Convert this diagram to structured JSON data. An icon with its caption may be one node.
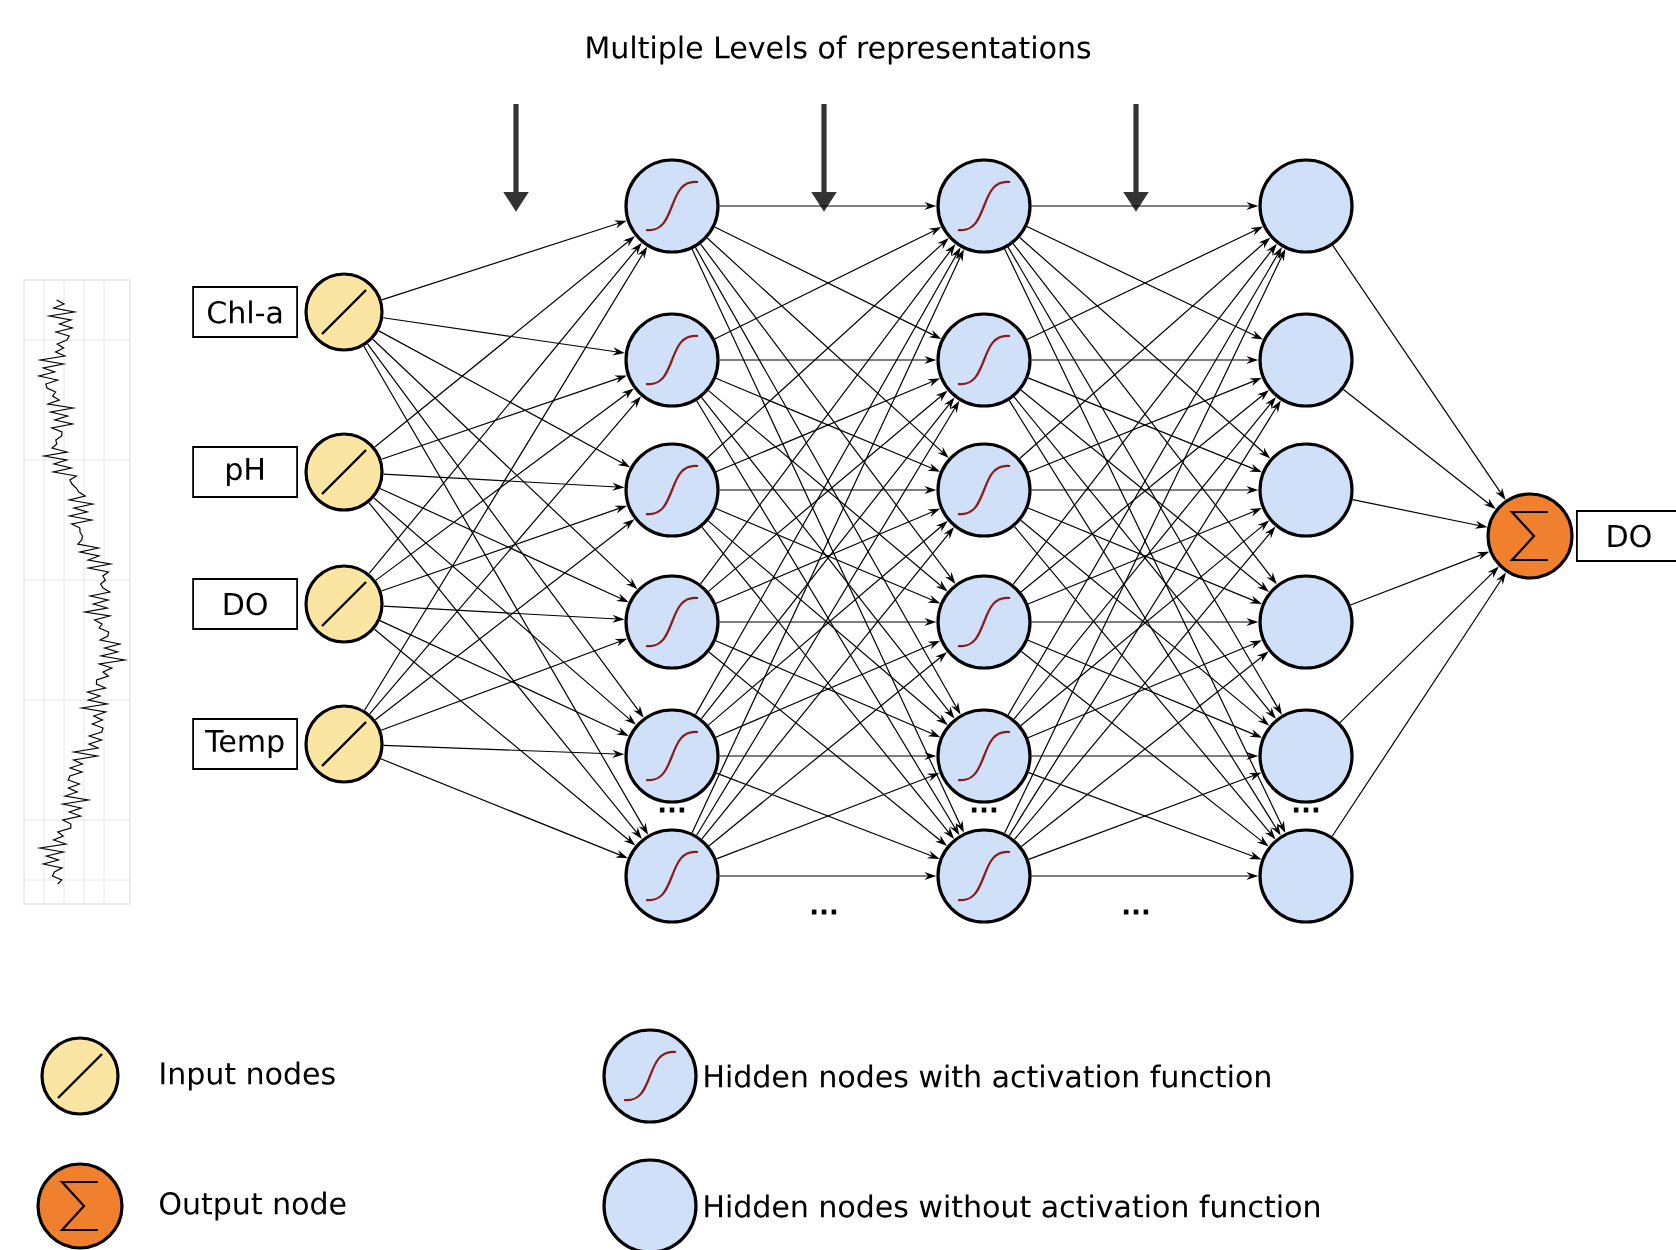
{
  "diagram": {
    "title": "Multiple Levels of representations",
    "nodes": [
      {
        "text": [
          "Chl-a"
        ]
      },
      {
        "text": [
          "pH"
        ]
      },
      {
        "text": [
          "DO"
        ]
      },
      {
        "text": [
          "Temp"
        ]
      },
      {
        "text": [],
        "shape": "circle"
      },
      {
        "text": [],
        "shape": "circle"
      },
      {
        "text": [],
        "shape": "circle"
      },
      {
        "text": [],
        "shape": "circle"
      },
      {
        "text": [],
        "shape": "circle"
      },
      {
        "text": [],
        "shape": "circle"
      },
      {
        "text": [],
        "shape": "circle"
      },
      {
        "text": [],
        "shape": "circle"
      },
      {
        "text": [],
        "shape": "circle"
      },
      {
        "text": [],
        "shape": "circle"
      },
      {
        "text": [],
        "shape": "circle"
      },
      {
        "text": [],
        "shape": "circle"
      },
      {
        "text": [],
        "shape": "circle"
      },
      {
        "text": [],
        "shape": "circle"
      },
      {
        "text": [],
        "shape": "circle"
      },
      {
        "text": [],
        "shape": "circle"
      },
      {
        "text": [],
        "shape": "circle"
      },
      {
        "text": [],
        "shape": "circle"
      },
      {
        "text": [],
        "shape": "circle"
      },
      {
        "text": [],
        "shape": "circle"
      },
      {
        "text": [],
        "shape": "circle"
      },
      {
        "text": [],
        "shape": "circle"
      },
      {
        "text": [],
        "shape": "circle"
      },
      {
        "text": [
          "DO"
        ]
      }
    ],
    "edges": [
      {
        "from": 4,
        "to": 8,
        "arrow": "to"
      },
      {
        "from": 4,
        "to": 9,
        "arrow": "to"
      },
      {
        "from": 4,
        "to": 10,
        "arrow": "to"
      },
      {
        "from": 4,
        "to": 11,
        "arrow": "to"
      },
      {
        "from": 4,
        "to": 12,
        "arrow": "to"
      },
      {
        "from": 4,
        "to": 13,
        "arrow": "to"
      },
      {
        "from": 5,
        "to": 8,
        "arrow": "to"
      },
      {
        "from": 5,
        "to": 9,
        "arrow": "to"
      },
      {
        "from": 5,
        "to": 10,
        "arrow": "to"
      },
      {
        "from": 5,
        "to": 11,
        "arrow": "to"
      },
      {
        "from": 5,
        "to": 12,
        "arrow": "to"
      },
      {
        "from": 5,
        "to": 13,
        "arrow": "to"
      },
      {
        "from": 6,
        "to": 8,
        "arrow": "to"
      },
      {
        "from": 6,
        "to": 9,
        "arrow": "to"
      },
      {
        "from": 6,
        "to": 10,
        "arrow": "to"
      },
      {
        "from": 6,
        "to": 11,
        "arrow": "to"
      },
      {
        "from": 6,
        "to": 12,
        "arrow": "to"
      },
      {
        "from": 6,
        "to": 13,
        "arrow": "to"
      },
      {
        "from": 7,
        "to": 8,
        "arrow": "to"
      },
      {
        "from": 7,
        "to": 9,
        "arrow": "to"
      },
      {
        "from": 7,
        "to": 10,
        "arrow": "to"
      },
      {
        "from": 7,
        "to": 11,
        "arrow": "to"
      },
      {
        "from": 7,
        "to": 12,
        "arrow": "to"
      },
      {
        "from": 7,
        "to": 13,
        "arrow": "to"
      },
      {
        "from": 8,
        "to": 14,
        "arrow": "to"
      },
      {
        "from": 8,
        "to": 15,
        "arrow": "to"
      },
      {
        "from": 8,
        "to": 16,
        "arrow": "to"
      },
      {
        "from": 8,
        "to": 17,
        "arrow": "to"
      },
      {
        "from": 8,
        "to": 18,
        "arrow": "to"
      },
      {
        "from": 8,
        "to": 19,
        "arrow": "to"
      },
      {
        "from": 9,
        "to": 14,
        "arrow": "to"
      },
      {
        "from": 9,
        "to": 15,
        "arrow": "to"
      },
      {
        "from": 9,
        "to": 16,
        "arrow": "to"
      },
      {
        "from": 9,
        "to": 17,
        "arrow": "to"
      },
      {
        "from": 9,
        "to": 18,
        "arrow": "to"
      },
      {
        "from": 9,
        "to": 19,
        "arrow": "to"
      },
      {
        "from": 10,
        "to": 14,
        "arrow": "to"
      },
      {
        "from": 10,
        "to": 15,
        "arrow": "to"
      },
      {
        "from": 10,
        "to": 16,
        "arrow": "to"
      },
      {
        "from": 10,
        "to": 17,
        "arrow": "to"
      },
      {
        "from": 10,
        "to": 18,
        "arrow": "to"
      },
      {
        "from": 10,
        "to": 19,
        "arrow": "to"
      },
      {
        "from": 11,
        "to": 14,
        "arrow": "to"
      },
      {
        "from": 11,
        "to": 15,
        "arrow": "to"
      },
      {
        "from": 11,
        "to": 16,
        "arrow": "to"
      },
      {
        "from": 11,
        "to": 17,
        "arrow": "to"
      },
      {
        "from": 11,
        "to": 18,
        "arrow": "to"
      },
      {
        "from": 11,
        "to": 19,
        "arrow": "to"
      },
      {
        "from": 12,
        "to": 14,
        "arrow": "to"
      },
      {
        "from": 12,
        "to": 15,
        "arrow": "to"
      },
      {
        "from": 12,
        "to": 16,
        "arrow": "to"
      },
      {
        "from": 12,
        "to": 17,
        "arrow": "to"
      },
      {
        "from": 12,
        "to": 18,
        "arrow": "to"
      },
      {
        "from": 12,
        "to": 19,
        "arrow": "to"
      },
      {
        "from": 13,
        "to": 14,
        "arrow": "to"
      },
      {
        "from": 13,
        "to": 15,
        "arrow": "to"
      },
      {
        "from": 13,
        "to": 16,
        "arrow": "to"
      },
      {
        "from": 13,
        "to": 17,
        "arrow": "to"
      },
      {
        "from": 13,
        "to": 18,
        "arrow": "to"
      },
      {
        "from": 13,
        "to": 19,
        "arrow": "to"
      },
      {
        "from": 14,
        "to": 20,
        "arrow": "to"
      },
      {
        "from": 14,
        "to": 21,
        "arrow": "to"
      },
      {
        "from": 14,
        "to": 22,
        "arrow": "to"
      },
      {
        "from": 14,
        "to": 23,
        "arrow": "to"
      },
      {
        "from": 14,
        "to": 24,
        "arrow": "to"
      },
      {
        "from": 14,
        "to": 25,
        "arrow": "to"
      },
      {
        "from": 15,
        "to": 20,
        "arrow": "to"
      },
      {
        "from": 15,
        "to": 21,
        "arrow": "to"
      },
      {
        "from": 15,
        "to": 22,
        "arrow": "to"
      },
      {
        "from": 15,
        "to": 23,
        "arrow": "to"
      },
      {
        "from": 15,
        "to": 24,
        "arrow": "to"
      },
      {
        "from": 15,
        "to": 25,
        "arrow": "to"
      },
      {
        "from": 16,
        "to": 20,
        "arrow": "to"
      },
      {
        "from": 16,
        "to": 21,
        "arrow": "to"
      },
      {
        "from": 16,
        "to": 22,
        "arrow": "to"
      },
      {
        "from": 16,
        "to": 23,
        "arrow": "to"
      },
      {
        "from": 16,
        "to": 24,
        "arrow": "to"
      },
      {
        "from": 16,
        "to": 25,
        "arrow": "to"
      },
      {
        "from": 17,
        "to": 20,
        "arrow": "to"
      },
      {
        "from": 17,
        "to": 21,
        "arrow": "to"
      },
      {
        "from": 17,
        "to": 22,
        "arrow": "to"
      },
      {
        "from": 17,
        "to": 23,
        "arrow": "to"
      },
      {
        "from": 17,
        "to": 24,
        "arrow": "to"
      },
      {
        "from": 17,
        "to": 25,
        "arrow": "to"
      },
      {
        "from": 18,
        "to": 20,
        "arrow": "to"
      },
      {
        "from": 18,
        "to": 21,
        "arrow": "to"
      },
      {
        "from": 18,
        "to": 22,
        "arrow": "to"
      },
      {
        "from": 18,
        "to": 23,
        "arrow": "to"
      },
      {
        "from": 18,
        "to": 24,
        "arrow": "to"
      },
      {
        "from": 18,
        "to": 25,
        "arrow": "to"
      },
      {
        "from": 19,
        "to": 20,
        "arrow": "to"
      },
      {
        "from": 19,
        "to": 21,
        "arrow": "to"
      },
      {
        "from": 19,
        "to": 22,
        "arrow": "to"
      },
      {
        "from": 19,
        "to": 23,
        "arrow": "to"
      },
      {
        "from": 19,
        "to": 24,
        "arrow": "to"
      },
      {
        "from": 19,
        "to": 25,
        "arrow": "to"
      },
      {
        "from": 20,
        "to": 26,
        "arrow": "to"
      },
      {
        "from": 21,
        "to": 26,
        "arrow": "to"
      },
      {
        "from": 22,
        "to": 26,
        "arrow": "to"
      },
      {
        "from": 23,
        "to": 26,
        "arrow": "to"
      },
      {
        "from": 24,
        "to": 26,
        "arrow": "to"
      },
      {
        "from": 25,
        "to": 26,
        "arrow": "to"
      }
    ],
    "labels": [
      "...",
      "...",
      "...",
      "...",
      "..."
    ],
    "legend": [
      {
        "text": "Input nodes"
      },
      {
        "text": "Hidden nodes with activation function"
      },
      {
        "text": "Output node"
      },
      {
        "text": "Hidden nodes without activation function"
      }
    ]
  }
}
